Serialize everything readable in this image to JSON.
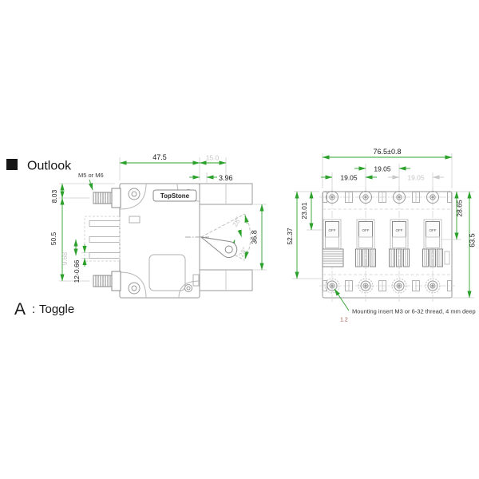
{
  "header": {
    "title": "Outlook"
  },
  "section_label": {
    "letter": "A",
    "colon": ":",
    "word": "Toggle"
  },
  "side_view": {
    "stud_note": "M5 or M6",
    "brand": "TopStone",
    "dim_body_width": "47.5",
    "dim_bezel_depth": "15.0",
    "dim_bushing": "3.96",
    "dim_stud_top": "8.03",
    "dim_stud_spacing": "50.5",
    "dim_tab_pitch": "9.68",
    "dim_tab_thickness": "12-0.66",
    "dim_toggle_clearance": "36.8",
    "dim_angle_up": "28°",
    "dim_angle_down": "28°"
  },
  "front_view": {
    "dim_overall_width": "76.5±0.8",
    "dim_pitch_left": "19.05",
    "dim_pitch_center": "19.05",
    "dim_pitch_right": "19.05",
    "dim_hole_top": "23.01",
    "dim_hole_span": "52.37",
    "dim_toggle_top": "28.65",
    "dim_overall_height": "63.5",
    "dim_panel": "1.2",
    "toggle_labels": [
      "OFF",
      "OFF",
      "OFF",
      "OFF"
    ],
    "mounting_note": "Mounting insert M3 or 6-32 thread, 4 mm deep"
  },
  "colors": {
    "dimension_green": "#2ba12b",
    "drawing_gray": "#9a9a9a",
    "light_gray": "#c6c6c6",
    "extension_gray": "#cfcfcf",
    "text_black": "#1a1a1a",
    "muted_dim_text": "#c8c8c8",
    "note_red": "#a3574a"
  }
}
